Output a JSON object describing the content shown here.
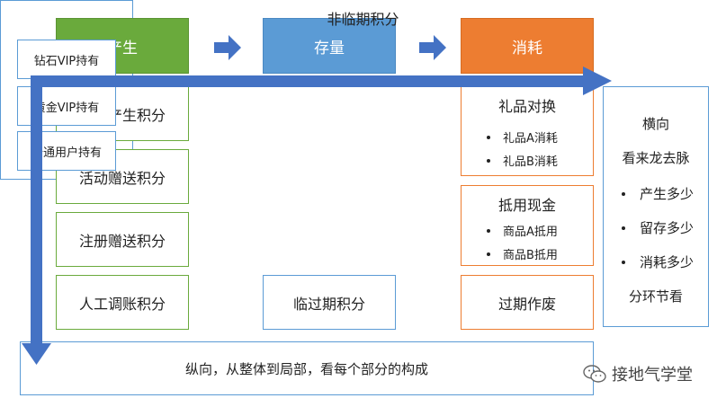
{
  "headers": {
    "produce": "产生",
    "stock": "存量",
    "consume": "消耗"
  },
  "produce_items": [
    "消费产生积分",
    "活动赠送积分",
    "注册赠送积分",
    "人工调账积分"
  ],
  "stock": {
    "non_expiring_title": "非临期积分",
    "holders": [
      "钻石VIP持有",
      "黄金VIP持有",
      "普通用户持有"
    ],
    "expiring": "临过期积分"
  },
  "consume": {
    "gift": {
      "title": "礼品对换",
      "items": [
        "礼品A消耗",
        "礼品B消耗"
      ]
    },
    "cash": {
      "title": "抵用现金",
      "items": [
        "商品A抵用",
        "商品B抵用"
      ]
    },
    "expired": "过期作废"
  },
  "horizontal": {
    "title": "横向",
    "subtitle": "看来龙去脉",
    "items": [
      "产生多少",
      "留存多少",
      "消耗多少"
    ],
    "footer": "分环节看"
  },
  "vertical_note": "纵向，从整体到局部，看每个部分的构成",
  "watermark": "接地气学堂",
  "colors": {
    "green": "#6aaa3c",
    "blue": "#5b9bd5",
    "orange": "#ed7d31",
    "arrow": "#4472c4"
  }
}
